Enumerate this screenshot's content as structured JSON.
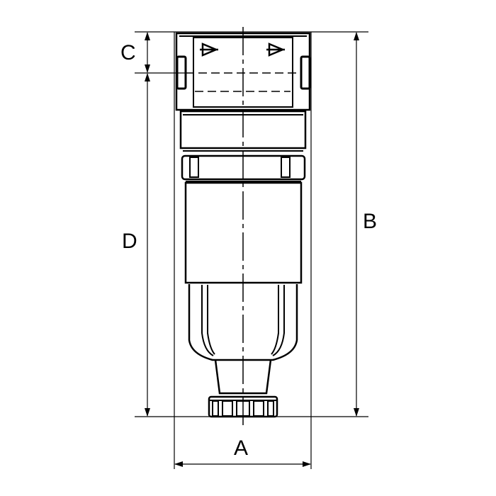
{
  "drawing": {
    "dimensions": {
      "a": "A",
      "b": "B",
      "c": "C",
      "d": "D"
    },
    "line_color": "#000000",
    "background": "#ffffff"
  }
}
